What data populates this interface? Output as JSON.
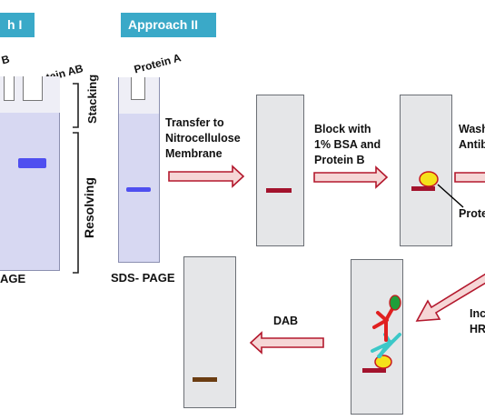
{
  "approach1": {
    "tag": "h I",
    "lane_b": "B",
    "protein_ab": "Protein AB",
    "stacking": "Stacking",
    "resolving": "Resolving",
    "gel_label": "AGE"
  },
  "approach2": {
    "tag": "Approach II",
    "protein_a": "Protein A",
    "gel_label": "SDS- PAGE"
  },
  "steps": {
    "transfer": [
      "Transfer to",
      "Nitrocellulose",
      "Membrane"
    ],
    "block": [
      "Block with",
      "1% BSA and",
      "Protein B"
    ],
    "wash": [
      "Wash",
      "Antib"
    ],
    "prote": "Prote",
    "incubate": [
      "Inc",
      "HR"
    ],
    "dab": "DAB"
  },
  "colors": {
    "tag_bg": "#3aa9c8",
    "band_blue": "#4f4ff0",
    "band_red": "#a3132d",
    "band_brown": "#6b3d12",
    "arrow_fill": "#f6d6d6",
    "arrow_stroke": "#b3182d",
    "antibody_red": "#e02020",
    "antibody_cyan": "#3cc8c8",
    "antigen_yellow": "#f5e21a",
    "hrp_green": "#1f9e3a"
  }
}
